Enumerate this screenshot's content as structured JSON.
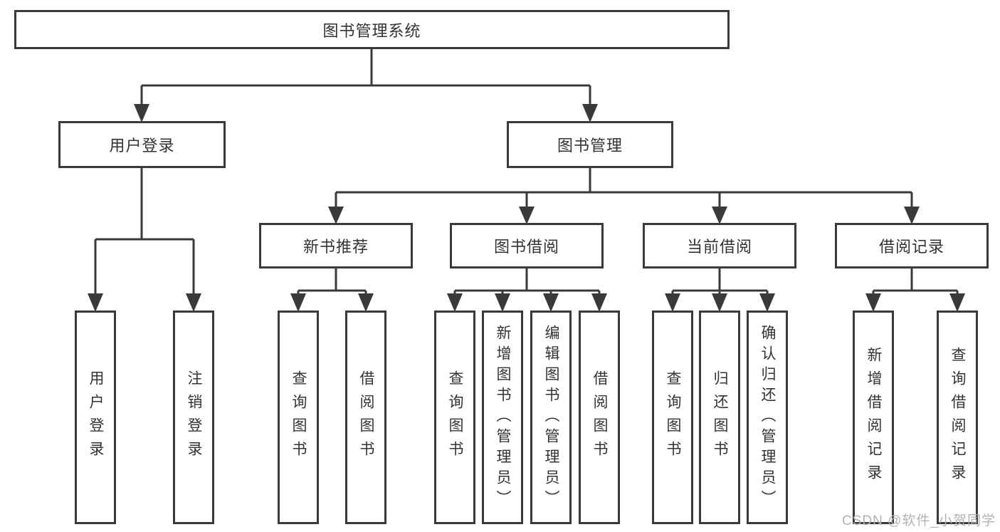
{
  "colors": {
    "line": "#3a3a3a",
    "text": "#333333",
    "background": "#ffffff",
    "watermark": "#b3b3b3"
  },
  "diagram": {
    "title": "图书管理系统",
    "branches": [
      {
        "label": "用户登录",
        "children": [
          "用户登录",
          "注销登录"
        ]
      },
      {
        "label": "图书管理",
        "sections": [
          {
            "label": "新书推荐",
            "children": [
              "查询图书",
              "借阅图书"
            ]
          },
          {
            "label": "图书借阅",
            "children": [
              "查询图书",
              "新增图书（管理员）",
              "编辑图书（管理员）",
              "借阅图书"
            ]
          },
          {
            "label": "当前借阅",
            "children": [
              "查询图书",
              "归还图书",
              "确认归还（管理员）"
            ]
          },
          {
            "label": "借阅记录",
            "children": [
              "新增借阅记录",
              "查询借阅记录"
            ]
          }
        ]
      }
    ]
  },
  "watermark": {
    "text": "CSDN @软件_小贺同学"
  }
}
